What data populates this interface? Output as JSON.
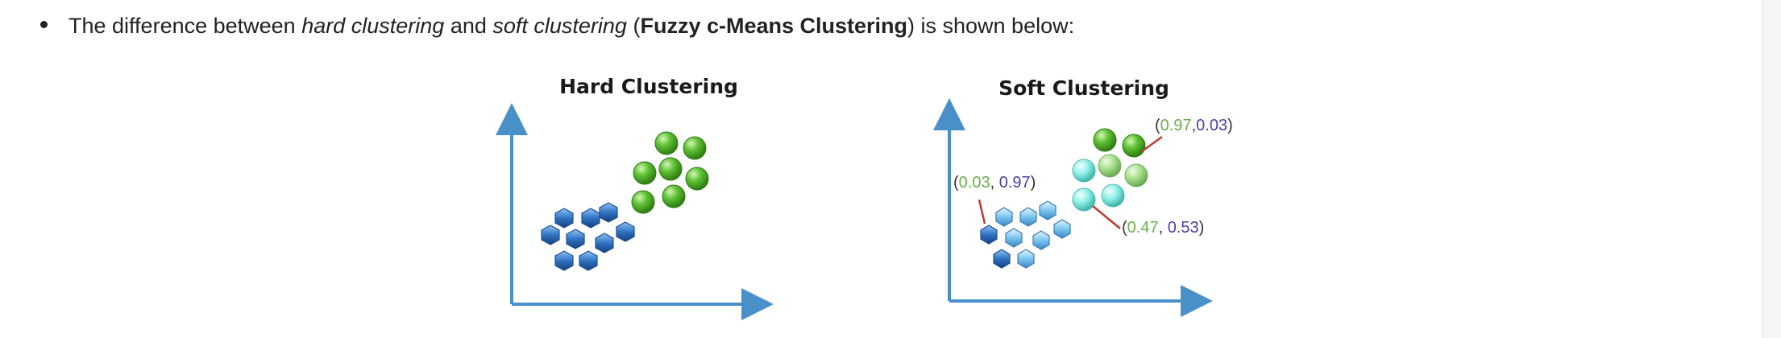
{
  "text": {
    "part1": "The difference between ",
    "hard": "hard clustering",
    "and": " and ",
    "soft": "soft clustering",
    "paren_open": " (",
    "bold": "Fuzzy c-Means Clustering",
    "end": ") is shown below:"
  },
  "figure": {
    "hard": {
      "title": "Hard Clustering"
    },
    "soft": {
      "title": "Soft Clustering",
      "annotations": [
        {
          "green": "0.97",
          "blue": "0.03",
          "sep": ","
        },
        {
          "green": "0.03",
          "blue": "0.97",
          "sep": ", "
        },
        {
          "green": "0.47",
          "blue": "0.53",
          "sep": ", "
        }
      ]
    },
    "colors": {
      "axis": "#4a90c8",
      "green": "#5bb82e",
      "blue": "#2f6fbf",
      "annot_green": "#6ab04c",
      "annot_blue": "#4b3fa8",
      "leader": "#c0392b"
    }
  }
}
